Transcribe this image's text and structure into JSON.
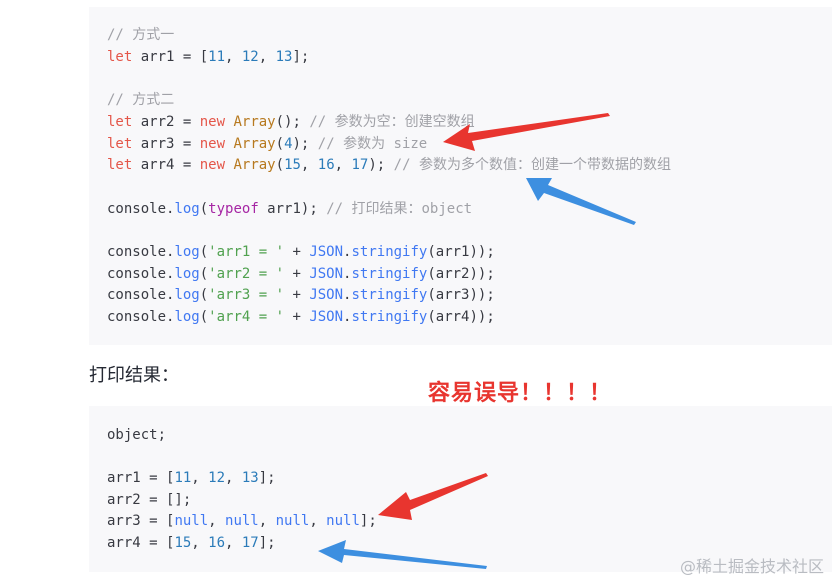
{
  "code_block_1": {
    "lines": [
      {
        "tokens": [
          [
            "cm",
            "// 方式一"
          ]
        ]
      },
      {
        "tokens": [
          [
            "kw",
            "let"
          ],
          [
            "pl",
            " arr1 = ["
          ],
          [
            "num",
            "11"
          ],
          [
            "pl",
            ", "
          ],
          [
            "num",
            "12"
          ],
          [
            "pl",
            ", "
          ],
          [
            "num",
            "13"
          ],
          [
            "pl",
            "];"
          ]
        ]
      },
      {
        "tokens": []
      },
      {
        "tokens": [
          [
            "cm",
            "// 方式二"
          ]
        ]
      },
      {
        "tokens": [
          [
            "kw",
            "let"
          ],
          [
            "pl",
            " arr2 = "
          ],
          [
            "kw",
            "new"
          ],
          [
            "pl",
            " "
          ],
          [
            "fn",
            "Array"
          ],
          [
            "pl",
            "(); "
          ],
          [
            "cm",
            "// 参数为空：创建空数组"
          ]
        ]
      },
      {
        "tokens": [
          [
            "kw",
            "let"
          ],
          [
            "pl",
            " arr3 = "
          ],
          [
            "kw",
            "new"
          ],
          [
            "pl",
            " "
          ],
          [
            "fn",
            "Array"
          ],
          [
            "pl",
            "("
          ],
          [
            "num",
            "4"
          ],
          [
            "pl",
            "); "
          ],
          [
            "cm",
            "// 参数为 size"
          ]
        ]
      },
      {
        "tokens": [
          [
            "kw",
            "let"
          ],
          [
            "pl",
            " arr4 = "
          ],
          [
            "kw",
            "new"
          ],
          [
            "pl",
            " "
          ],
          [
            "fn",
            "Array"
          ],
          [
            "pl",
            "("
          ],
          [
            "num",
            "15"
          ],
          [
            "pl",
            ", "
          ],
          [
            "num",
            "16"
          ],
          [
            "pl",
            ", "
          ],
          [
            "num",
            "17"
          ],
          [
            "pl",
            "); "
          ],
          [
            "cm",
            "// 参数为多个数值：创建一个带数据的数组"
          ]
        ]
      },
      {
        "tokens": []
      },
      {
        "tokens": [
          [
            "pl",
            "console."
          ],
          [
            "mt",
            "log"
          ],
          [
            "pl",
            "("
          ],
          [
            "tp",
            "typeof"
          ],
          [
            "pl",
            " arr1); "
          ],
          [
            "cm",
            "// 打印结果：object"
          ]
        ]
      },
      {
        "tokens": []
      },
      {
        "tokens": [
          [
            "pl",
            "console."
          ],
          [
            "mt",
            "log"
          ],
          [
            "pl",
            "("
          ],
          [
            "str",
            "'arr1 = '"
          ],
          [
            "pl",
            " + "
          ],
          [
            "js",
            "JSON"
          ],
          [
            "pl",
            "."
          ],
          [
            "mt",
            "stringify"
          ],
          [
            "pl",
            "(arr1));"
          ]
        ]
      },
      {
        "tokens": [
          [
            "pl",
            "console."
          ],
          [
            "mt",
            "log"
          ],
          [
            "pl",
            "("
          ],
          [
            "str",
            "'arr2 = '"
          ],
          [
            "pl",
            " + "
          ],
          [
            "js",
            "JSON"
          ],
          [
            "pl",
            "."
          ],
          [
            "mt",
            "stringify"
          ],
          [
            "pl",
            "(arr2));"
          ]
        ]
      },
      {
        "tokens": [
          [
            "pl",
            "console."
          ],
          [
            "mt",
            "log"
          ],
          [
            "pl",
            "("
          ],
          [
            "str",
            "'arr3 = '"
          ],
          [
            "pl",
            " + "
          ],
          [
            "js",
            "JSON"
          ],
          [
            "pl",
            "."
          ],
          [
            "mt",
            "stringify"
          ],
          [
            "pl",
            "(arr3));"
          ]
        ]
      },
      {
        "tokens": [
          [
            "pl",
            "console."
          ],
          [
            "mt",
            "log"
          ],
          [
            "pl",
            "("
          ],
          [
            "str",
            "'arr4 = '"
          ],
          [
            "pl",
            " + "
          ],
          [
            "js",
            "JSON"
          ],
          [
            "pl",
            "."
          ],
          [
            "mt",
            "stringify"
          ],
          [
            "pl",
            "(arr4));"
          ]
        ]
      }
    ]
  },
  "print_heading": "打印结果：",
  "warning_label": "容易误导！！！！",
  "code_block_2": {
    "lines": [
      {
        "tokens": [
          [
            "pl",
            "object;"
          ]
        ]
      },
      {
        "tokens": []
      },
      {
        "tokens": [
          [
            "pl",
            "arr1 = ["
          ],
          [
            "num",
            "11"
          ],
          [
            "pl",
            ", "
          ],
          [
            "num",
            "12"
          ],
          [
            "pl",
            ", "
          ],
          [
            "num",
            "13"
          ],
          [
            "pl",
            "];"
          ]
        ]
      },
      {
        "tokens": [
          [
            "pl",
            "arr2 = [];"
          ]
        ]
      },
      {
        "tokens": [
          [
            "pl",
            "arr3 = ["
          ],
          [
            "mt",
            "null"
          ],
          [
            "pl",
            ", "
          ],
          [
            "mt",
            "null"
          ],
          [
            "pl",
            ", "
          ],
          [
            "mt",
            "null"
          ],
          [
            "pl",
            ", "
          ],
          [
            "mt",
            "null"
          ],
          [
            "pl",
            "];"
          ]
        ]
      },
      {
        "tokens": [
          [
            "pl",
            "arr4 = ["
          ],
          [
            "num",
            "15"
          ],
          [
            "pl",
            ", "
          ],
          [
            "num",
            "16"
          ],
          [
            "pl",
            ", "
          ],
          [
            "num",
            "17"
          ],
          [
            "pl",
            "];"
          ]
        ]
      }
    ]
  },
  "watermark": "@稀土掘金技术社区",
  "colors": {
    "red_arrow": "#e8352f",
    "blue_arrow": "#3d8fe0"
  }
}
